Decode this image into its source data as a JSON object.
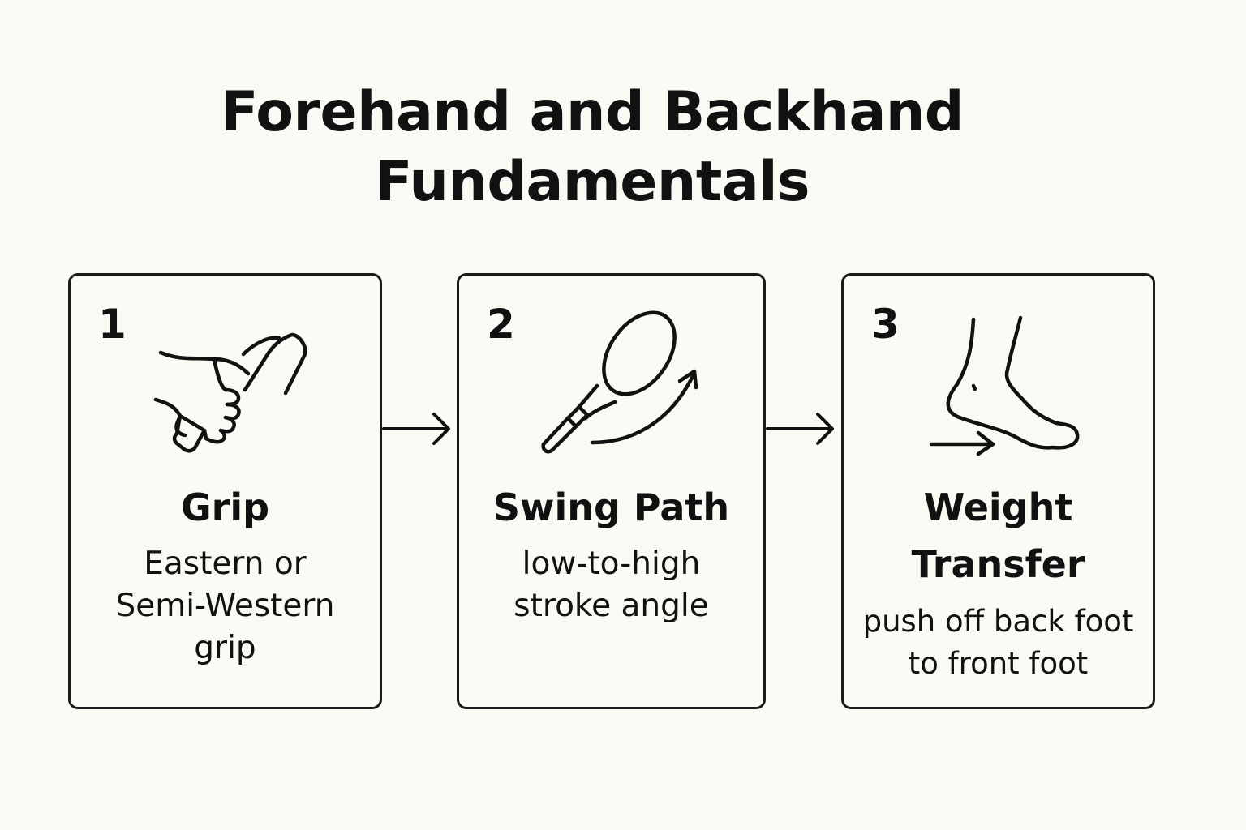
{
  "title_lines": [
    "Forehand and Backhand",
    "Fundamentals"
  ],
  "steps": [
    {
      "number": "1",
      "title": "Grip",
      "description": "Eastern or Semi-Western grip",
      "icon": "hand-grip-icon"
    },
    {
      "number": "2",
      "title": "Swing Path",
      "description": "low-to-high stroke angle",
      "icon": "racket-swing-icon"
    },
    {
      "number": "3",
      "title": "Weight Transfer",
      "description": "push off back foot to front foot",
      "icon": "foot-transfer-icon"
    }
  ]
}
